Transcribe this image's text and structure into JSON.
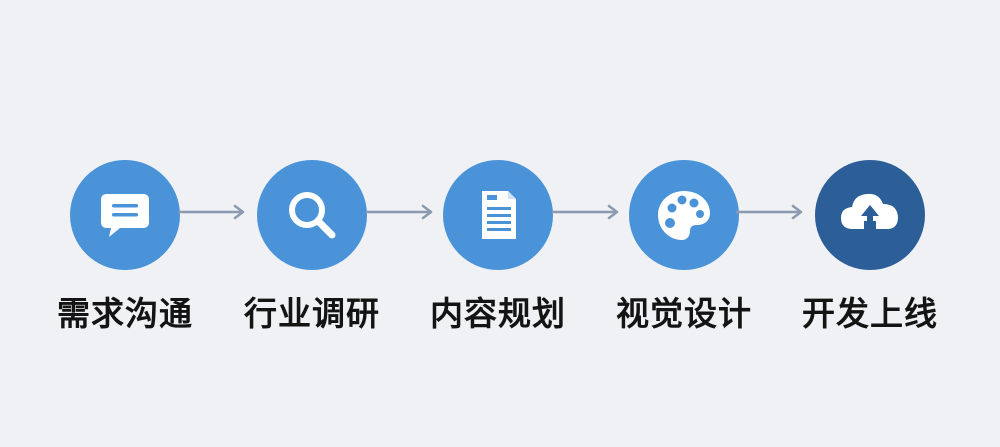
{
  "colors": {
    "background": "#eff1f4",
    "step_circle": "#4a93d9",
    "final_circle": "#2c5e98",
    "arrow": "#8b9ab0",
    "label": "#141414"
  },
  "steps": [
    {
      "label": "需求沟通",
      "icon": "chat-bubble-icon"
    },
    {
      "label": "行业调研",
      "icon": "search-icon"
    },
    {
      "label": "内容规划",
      "icon": "document-icon"
    },
    {
      "label": "视觉设计",
      "icon": "palette-icon"
    },
    {
      "label": "开发上线",
      "icon": "cloud-upload-icon"
    }
  ]
}
